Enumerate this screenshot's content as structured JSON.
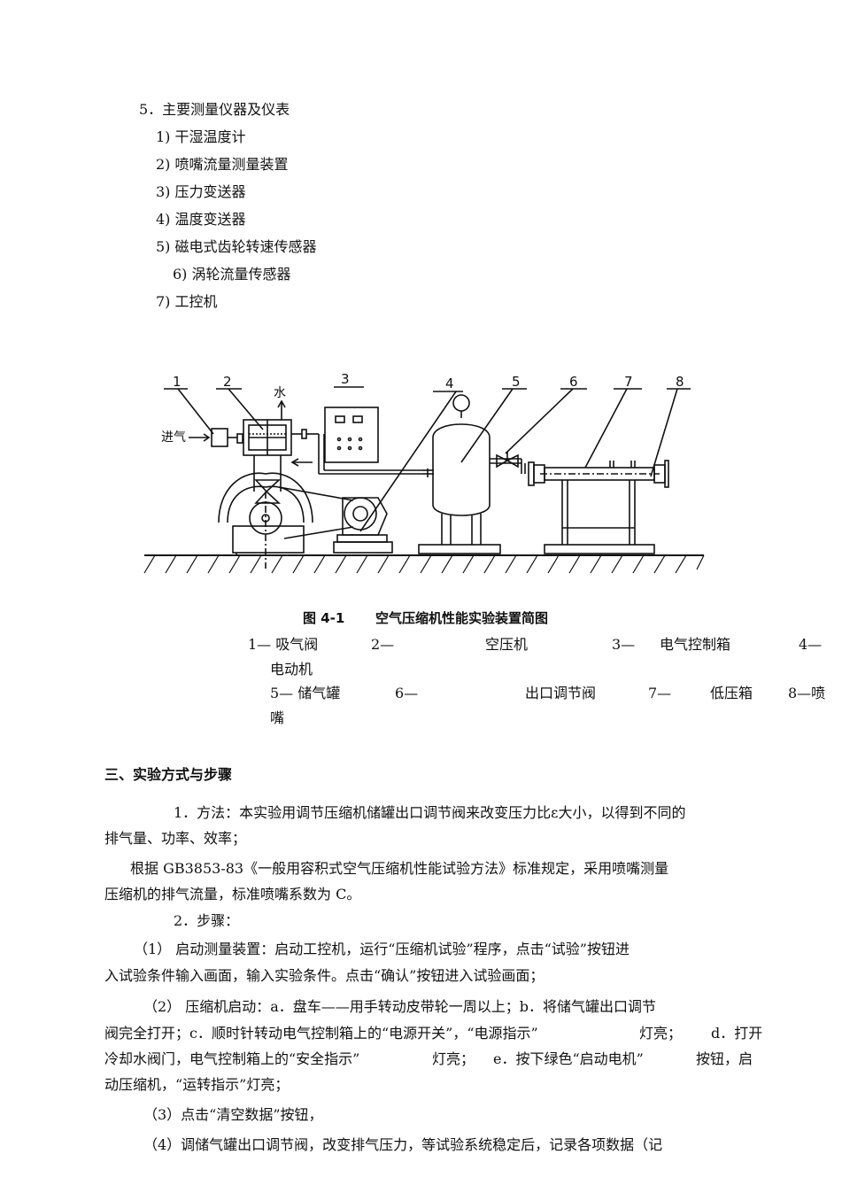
{
  "section5": {
    "heading": "5．主要测量仪器及仪表",
    "items": [
      "1)  干湿温度计",
      "2)  喷嘴流量测量装置",
      "3)  压力变送器",
      "4)  温度变送器",
      "5)  磁电式齿轮转速传感器",
      "6)  涡轮流量传感器",
      "7)  工控机"
    ]
  },
  "figure": {
    "labels": [
      "1",
      "2",
      "3",
      "4",
      "5",
      "6",
      "7",
      "8"
    ],
    "water_label": "水",
    "air_in_label": "进气",
    "caption_num": "图  4-1",
    "caption_title": "空气压缩机性能实验装置简图",
    "legend": {
      "l1": "1— 吸气阀",
      "l2": "2—",
      "l2b": "空压机",
      "l3": "3—",
      "l3b": "电气控制箱",
      "l4": "4—",
      "l4b": "电动机",
      "l5": "5— 储气罐",
      "l6": "6—",
      "l6b": "出口调节阀",
      "l7": "7—",
      "l7b": "低压箱",
      "l8": "8—喷",
      "l8b": "嘴"
    }
  },
  "section3": {
    "heading": "三、实验方式与步骤",
    "p1a": "1．方法：本实验用调节压缩机储罐出口调节阀来改变压力比ε大小，以得到不同的",
    "p1b": "排气量、功率、效率；",
    "p2a": "根据  GB3853-83《一般用容积式空气压缩机性能试验方法》标准规定，采用喷嘴测量",
    "p2b": "压缩机的排气流量，标准喷嘴系数为  C。",
    "p3": "2．步骤：",
    "s1a": "（1）  启动测量装置：启动工控机，运行“压缩机试验”程序，点击“试验”按钮进",
    "s1b": "入试验条件输入画面，输入实验条件。点击“确认”按钮进入试验画面；",
    "s2a": "（2）  压缩机启动：a．盘车——用手转动皮带轮一周以上；b．将储气罐出口调节",
    "s2b": "阀完全打开；c．顺时针转动电气控制箱上的“电源开关”，“电源指示”",
    "s2b2": "灯亮；",
    "s2b3": "d．打开",
    "s2c": "冷却水阀门，电气控制箱上的“安全指示”",
    "s2c2": "灯亮；",
    "s2c3": "e．按下绿色“启动电机”",
    "s2c4": "按钮，启",
    "s2d": "动压缩机，“运转指示”灯亮；",
    "s3": "（3）点击“清空数据”按钮，",
    "s4": "（4）调储气罐出口调节阀，改变排气压力，等试验系统稳定后，记录各项数据（记"
  }
}
